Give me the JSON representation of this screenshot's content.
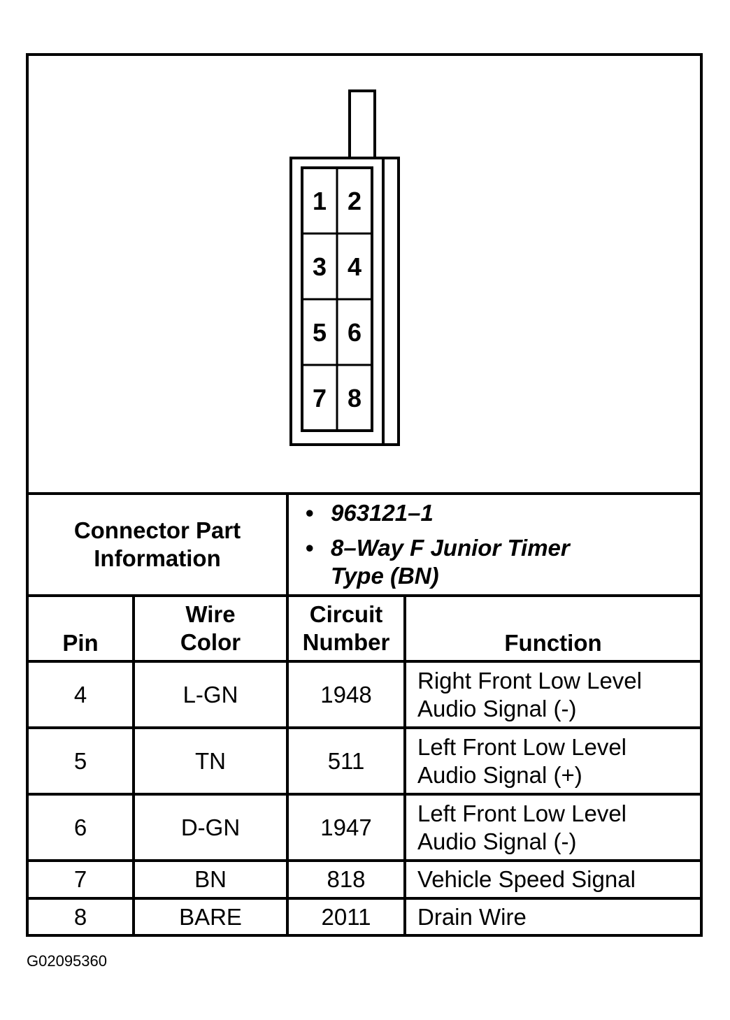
{
  "connector": {
    "pins": [
      "1",
      "2",
      "3",
      "4",
      "5",
      "6",
      "7",
      "8"
    ]
  },
  "part_info": {
    "label": "Connector Part Information",
    "items": [
      "963121–1",
      "8–Way F Junior Timer Type (BN)"
    ]
  },
  "table": {
    "headers": {
      "pin": "Pin",
      "wire_color": "Wire Color",
      "circuit_number": "Circuit Number",
      "function": "Function"
    },
    "rows": [
      {
        "pin": "4",
        "wire_color": "L-GN",
        "circuit": "1948",
        "function": "Right Front Low Level Audio Signal (-)"
      },
      {
        "pin": "5",
        "wire_color": "TN",
        "circuit": "511",
        "function": "Left Front Low Level Audio Signal (+)"
      },
      {
        "pin": "6",
        "wire_color": "D-GN",
        "circuit": "1947",
        "function": "Left Front Low Level Audio Signal (-)"
      },
      {
        "pin": "7",
        "wire_color": "BN",
        "circuit": "818",
        "function": "Vehicle Speed Signal"
      },
      {
        "pin": "8",
        "wire_color": "BARE",
        "circuit": "2011",
        "function": "Drain Wire"
      }
    ]
  },
  "figure_id": "G02095360"
}
